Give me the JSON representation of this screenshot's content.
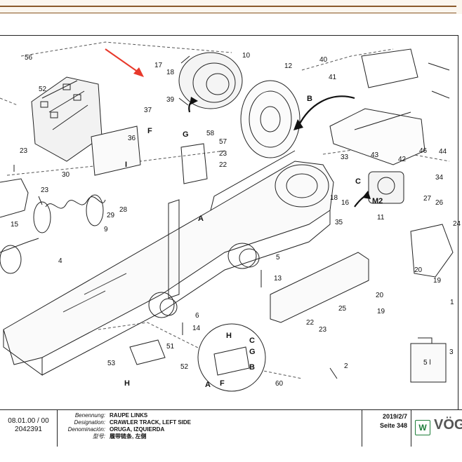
{
  "callouts": {
    "c56": "56",
    "c17": "17",
    "c18": "18",
    "c10": "10",
    "c40": "40",
    "c41": "41",
    "c12": "12",
    "c52a": "52",
    "c37": "37",
    "c39": "39",
    "cB1": "B",
    "cF1": "F",
    "cG1": "G",
    "c58": "58",
    "c36": "36",
    "c57": "57",
    "c23a": "23",
    "c23b": "23",
    "c22a": "22",
    "cI": "I",
    "c30": "30",
    "c23c": "23",
    "c29": "29",
    "c28": "28",
    "c9": "9",
    "c15": "15",
    "cA1": "A",
    "c33": "33",
    "c43": "43",
    "c42": "42",
    "c46": "46",
    "c44": "44",
    "c34": "34",
    "cC1": "C",
    "c18b": "18",
    "c16": "16",
    "cM2": "M2",
    "c27": "27",
    "c26": "26",
    "c11": "11",
    "c35": "35",
    "c5": "5",
    "c4": "4",
    "c13": "13",
    "c24": "24",
    "c20a": "20",
    "c19a": "19",
    "c20b": "20",
    "c19b": "19",
    "c1": "1",
    "c6": "6",
    "c25": "25",
    "c14": "14",
    "c22b": "22",
    "c23d": "23",
    "c51": "51",
    "c53": "53",
    "c52b": "52",
    "cH2": "H",
    "c60": "60",
    "c2": "2",
    "c3": "3",
    "cH3": "H",
    "cC3": "C",
    "cG3": "G",
    "cB3": "B",
    "cA3": "A",
    "cF3": "F",
    "can": "5 l"
  },
  "footer": {
    "version": "08.01.00 / 00",
    "doc_number": "2042391",
    "labels": [
      "Benennung:",
      "Designation:",
      "Denominación:",
      "型号:"
    ],
    "values": [
      "RAUPE LINKS",
      "CRAWLER TRACK, LEFT SIDE",
      "ORUGA, IZQUIERDA",
      "履带链条, 左侧"
    ],
    "date": "2019/2/7",
    "page": "Seite 348",
    "logo_letter": "W",
    "logo_text": "VÖG"
  },
  "colors": {
    "accent_line": "#8b5a2b",
    "arrow": "#e8392b",
    "logo": "#1e7d3a"
  }
}
